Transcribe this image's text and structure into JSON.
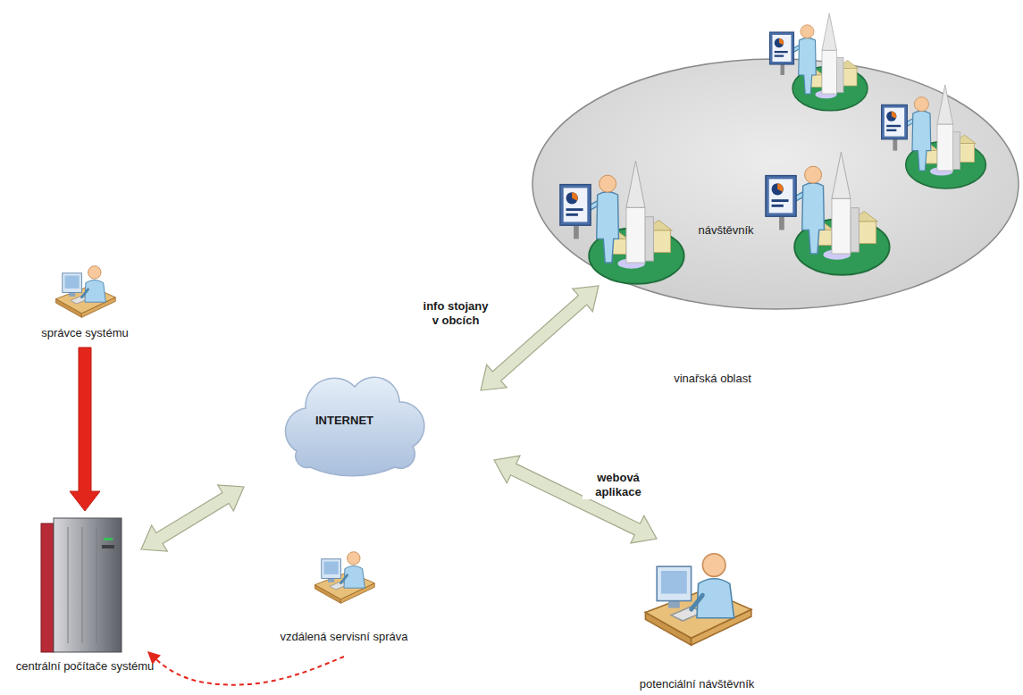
{
  "diagram": {
    "nodes": [
      {
        "text": [
          "návštěvník",
          "vinařská oblast"
        ]
      },
      {
        "text": [
          "správce systému"
        ]
      },
      {
        "text": [
          "INTERNET"
        ]
      },
      {
        "text": [
          "centrální počítače systému"
        ]
      },
      {
        "text": [
          "vzdálená servisní správa"
        ]
      },
      {
        "text": [
          "potenciální návštěvník"
        ]
      }
    ],
    "edges": [
      {
        "from": 1,
        "to": 3,
        "arrow": "to"
      },
      {
        "from": 3,
        "to": 2,
        "arrow": "both"
      },
      {
        "from": 2,
        "to": 0,
        "label": "info stojany v obcích",
        "arrow": "both"
      },
      {
        "from": 2,
        "to": 5,
        "label": "webová aplikace",
        "arrow": "both"
      },
      {
        "from": 4,
        "to": 3,
        "arrow": "to"
      }
    ]
  }
}
